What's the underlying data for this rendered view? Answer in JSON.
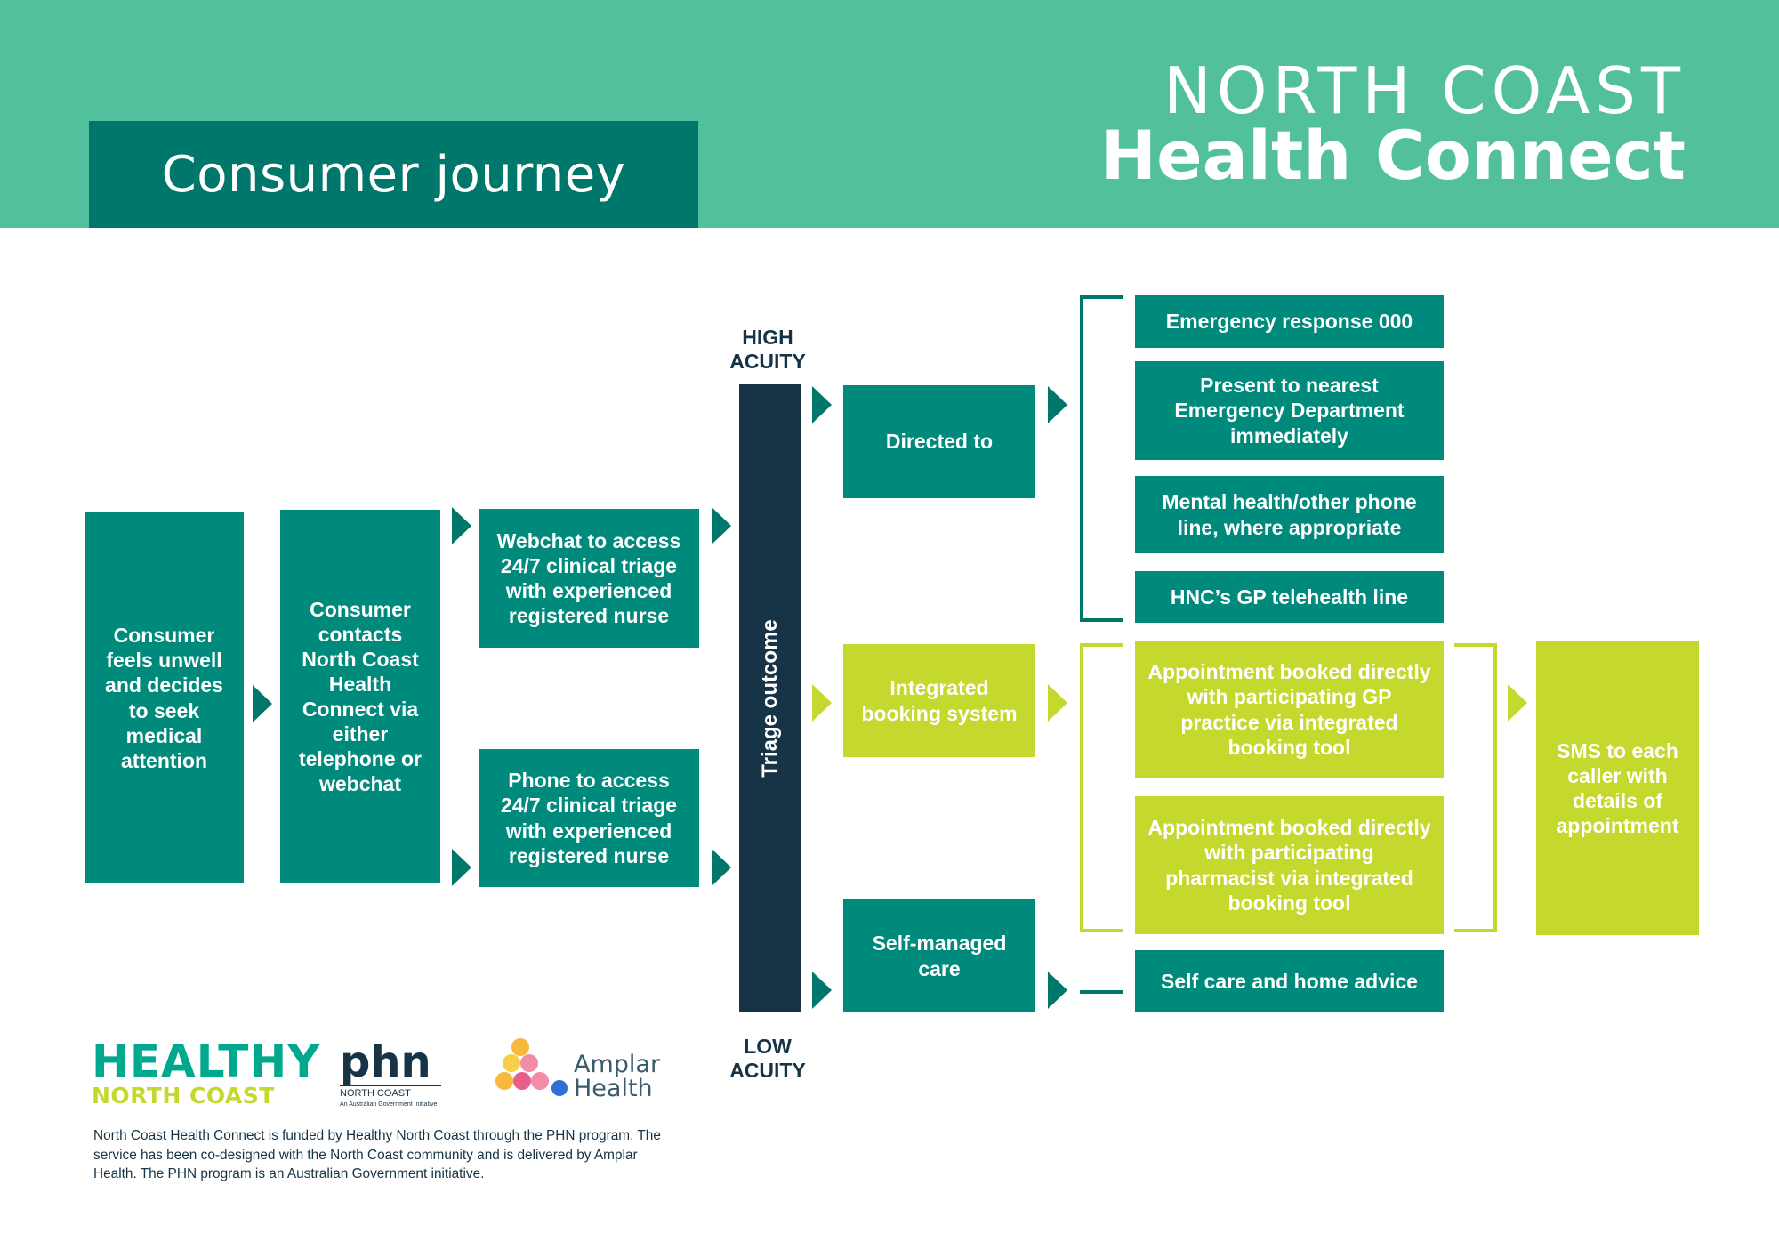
{
  "header": {
    "title": "Consumer journey",
    "brand_line1": "NORTH COAST",
    "brand_line2": "Health Connect"
  },
  "colors": {
    "header_band": "#52c09c",
    "title_box": "#00776b",
    "teal": "#008a7c",
    "lime": "#c5d82d",
    "navy": "#163446"
  },
  "journey": {
    "start": "Consumer feels unwell and decides to seek medical attention",
    "contact": "Consumer contacts North Coast Health Connect via either telephone or webchat",
    "webchat": "Webchat to access 24/7 clinical triage with experienced registered nurse",
    "phone": "Phone to access 24/7 clinical triage with experienced registered nurse"
  },
  "triage": {
    "label": "Triage outcome",
    "high_line1": "HIGH",
    "high_line2": "ACUITY",
    "low_line1": "LOW",
    "low_line2": "ACUITY"
  },
  "outcomes": {
    "directed": "Directed to",
    "integrated": "Integrated booking system",
    "self_managed": "Self-managed care"
  },
  "destinations": {
    "emergency_000": "Emergency response 000",
    "emergency_department": "Present to nearest Emergency Department immediately",
    "mental_health": "Mental health/other phone line, where appropriate",
    "gp_telehealth": "HNC’s GP telehealth line",
    "gp_booking": "Appointment booked directly with participating GP practice via integrated booking tool",
    "pharmacist_booking": "Appointment booked directly with participating pharmacist via integrated booking tool",
    "self_care": "Self care and home advice",
    "sms": "SMS to each caller with details of appointment"
  },
  "footer": {
    "logo_healthy_1": "HEALTHY",
    "logo_healthy_2": "NORTH COAST",
    "logo_phn_1": "phn",
    "logo_phn_2": "NORTH COAST",
    "logo_phn_3": "An Australian Government Initiative",
    "logo_amplar_1": "Amplar",
    "logo_amplar_2": "Health",
    "note": "North Coast Health Connect is funded by Healthy North Coast through the PHN program. The service has been co-designed with the North Coast community and is delivered by Amplar Health. The PHN program is an Australian Government initiative."
  }
}
